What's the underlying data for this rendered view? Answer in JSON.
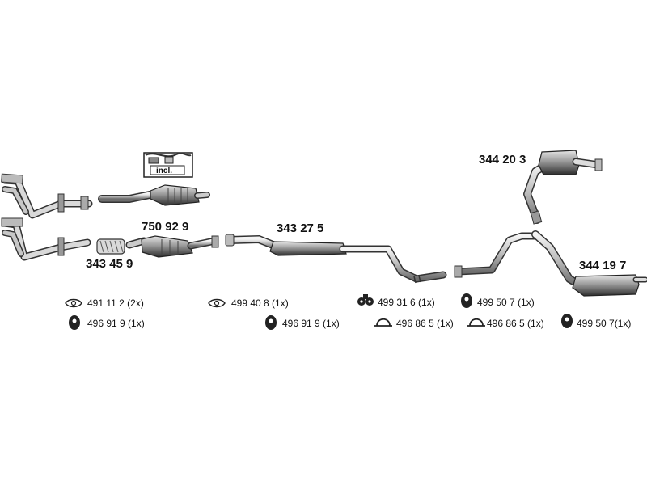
{
  "parts": [
    {
      "id": "p-343459",
      "label": "343 45 9"
    },
    {
      "id": "p-750929",
      "label": "750 92 9"
    },
    {
      "id": "p-343275",
      "label": "343 27 5"
    },
    {
      "id": "p-344203",
      "label": "344 20 3"
    },
    {
      "id": "p-344197",
      "label": "344 19 7"
    }
  ],
  "kit_label": "incl.",
  "accessories": [
    {
      "id": "a1",
      "label": "491 11 2 (2x)",
      "icon": "gasket-icon"
    },
    {
      "id": "a2",
      "label": "496 91 9 (1x)",
      "icon": "rubber-mount-icon"
    },
    {
      "id": "a3",
      "label": "499 40 8 (1x)",
      "icon": "gasket-icon"
    },
    {
      "id": "a4",
      "label": "496 91 9 (1x)",
      "icon": "rubber-mount-icon"
    },
    {
      "id": "a5",
      "label": "499 31 6 (1x)",
      "icon": "hanger-icon"
    },
    {
      "id": "a6",
      "label": "499 50 7 (1x)",
      "icon": "rubber-mount-icon"
    },
    {
      "id": "a7",
      "label": "496 86 5 (1x)",
      "icon": "clamp-icon"
    },
    {
      "id": "a8",
      "label": "496 86 5 (1x)",
      "icon": "clamp-icon"
    },
    {
      "id": "a9",
      "label": "499 50 7(1x)",
      "icon": "rubber-mount-icon"
    }
  ]
}
